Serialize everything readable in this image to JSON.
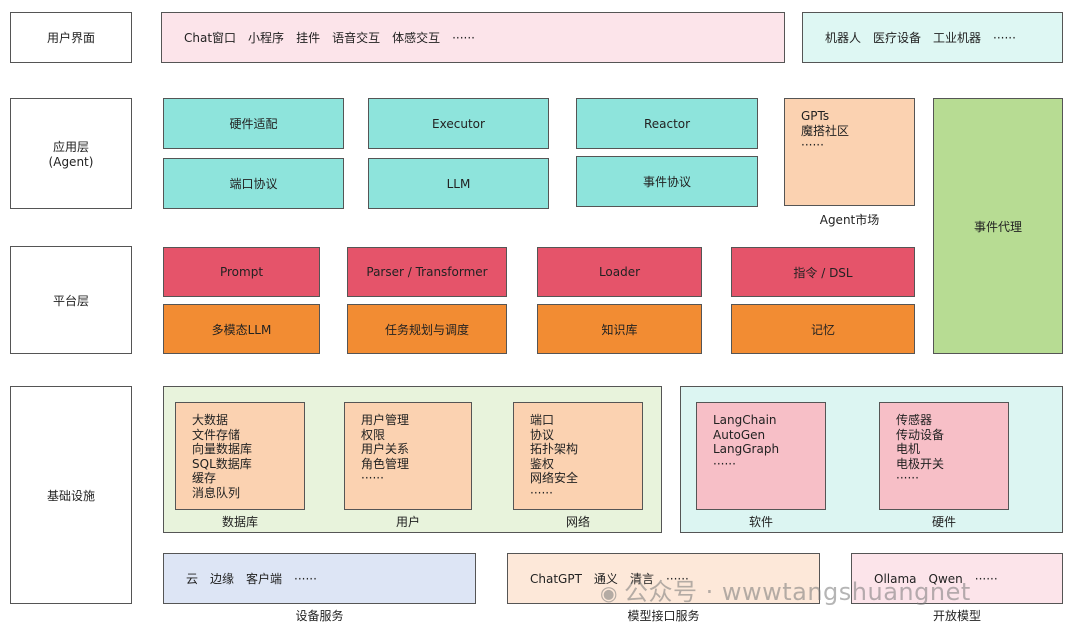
{
  "layers": {
    "ui": "用户界面",
    "app": [
      "应用层",
      "(Agent)"
    ],
    "platform": "平台层",
    "infra": "基础设施"
  },
  "ui_row": {
    "left_items": [
      "Chat窗口",
      "小程序",
      "挂件",
      "语音交互",
      "体感交互",
      "······"
    ],
    "right_items": [
      "机器人",
      "医疗设备",
      "工业机器",
      "······"
    ]
  },
  "app_row": {
    "col1": [
      "硬件适配",
      "端口协议"
    ],
    "col2": [
      "Executor",
      "LLM"
    ],
    "col3": [
      "Reactor",
      "事件协议"
    ],
    "market_items": [
      "GPTs",
      "魔搭社区",
      "······"
    ],
    "market_caption": "Agent市场"
  },
  "event_agent": "事件代理",
  "platform_row": {
    "top": [
      "Prompt",
      "Parser / Transformer",
      "Loader",
      "指令 / DSL"
    ],
    "bottom": [
      "多模态LLM",
      "任务规划与调度",
      "知识库",
      "记忆"
    ]
  },
  "infra_row": {
    "db_items": [
      "大数据",
      "文件存储",
      "向量数据库",
      "SQL数据库",
      "缓存",
      "消息队列"
    ],
    "db_caption": "数据库",
    "user_items": [
      "用户管理",
      "权限",
      "用户关系",
      "角色管理",
      "······"
    ],
    "user_caption": "用户",
    "net_items": [
      "端口",
      "协议",
      "拓扑架构",
      "鉴权",
      "网络安全",
      "······"
    ],
    "net_caption": "网络",
    "soft_items": [
      "LangChain",
      "AutoGen",
      "LangGraph",
      "······"
    ],
    "soft_caption": "软件",
    "hard_items": [
      "传感器",
      "传动设备",
      "电机",
      "电极开关",
      "······"
    ],
    "hard_caption": "硬件"
  },
  "services": {
    "device_items": [
      "云",
      "边缘",
      "客户端",
      "······"
    ],
    "device_caption": "设备服务",
    "model_api_items": [
      "ChatGPT",
      "通义",
      "清言",
      "······"
    ],
    "model_api_caption": "模型接口服务",
    "open_items": [
      "Ollama",
      "Qwen",
      "······"
    ],
    "open_caption": "开放模型"
  },
  "watermark": "公众号 · wwwtangshuangnet"
}
